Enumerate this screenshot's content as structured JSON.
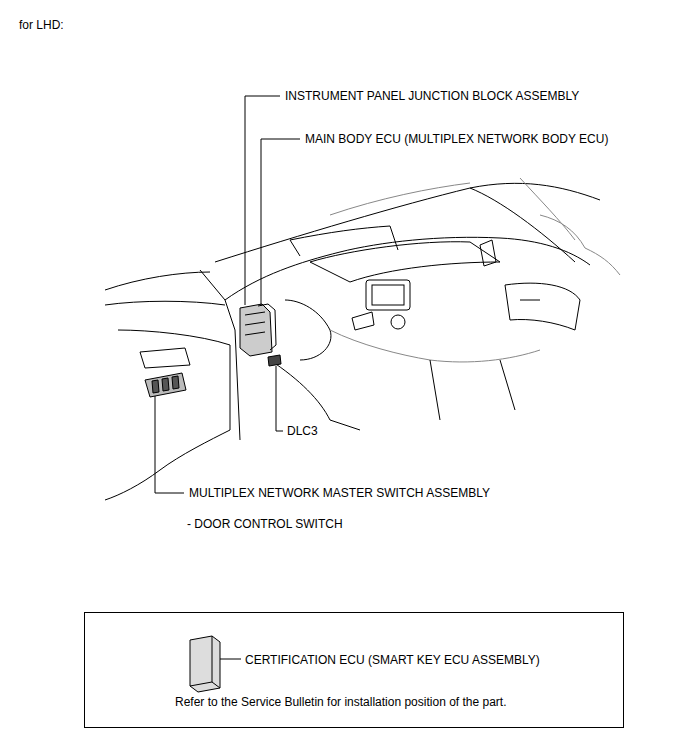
{
  "diagram": {
    "nodes": [
      {
        "text": [
          "CERTIFICATION ECU (SMART KEY ECU ASSEMBLY)",
          "Refer to the Service Bulletin for installation position of the part."
        ]
      }
    ],
    "labels": [
      "for LHD:",
      "INSTRUMENT PANEL JUNCTION BLOCK ASSEMBLY",
      "MAIN BODY ECU (MULTIPLEX NETWORK BODY ECU)",
      "DLC3",
      "MULTIPLEX NETWORK MASTER SWITCH ASSEMBLY",
      "- DOOR CONTROL SWITCH"
    ]
  }
}
